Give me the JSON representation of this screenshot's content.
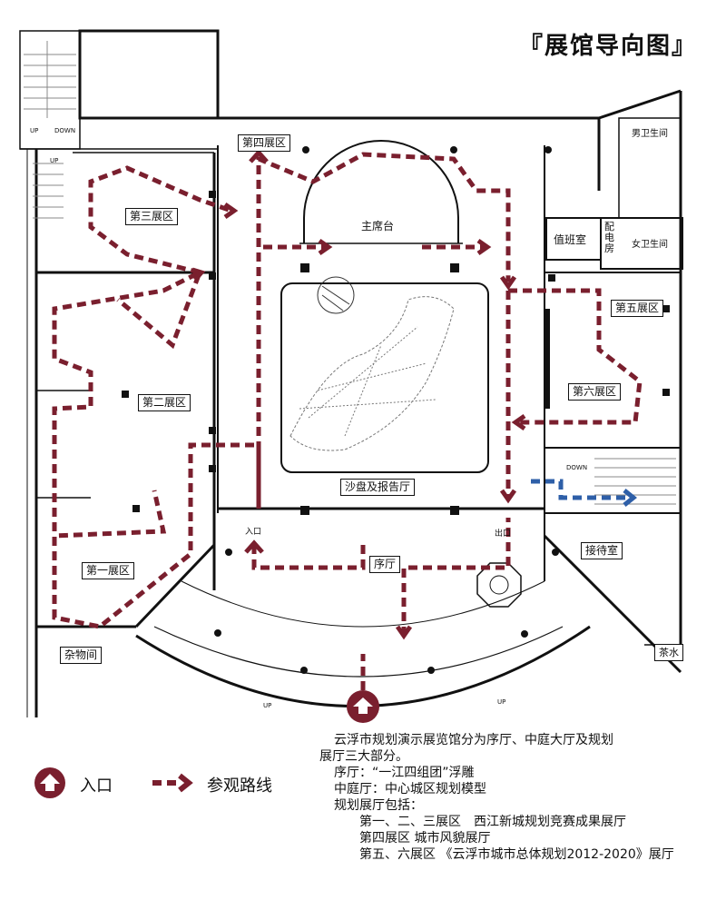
{
  "title": "『展馆导向图』",
  "colors": {
    "route": "#7a1f2e",
    "blue_route": "#2e5fa8",
    "wall": "#111111",
    "stairs": "#888888"
  },
  "areas": {
    "hall_4": "第四展区",
    "hall_3": "第三展区",
    "hall_2": "第二展区",
    "hall_1": "第一展区",
    "hall_5": "第五展区",
    "hall_6": "第六展区",
    "rostrum": "主席台",
    "sand_table": "沙盘及报告厅",
    "lobby": "序厅",
    "reception": "接待室",
    "duty_room": "值班室",
    "power_room": "配电房",
    "mens_wc": "男卫生间",
    "womens_wc": "女卫生间",
    "storage": "杂物间",
    "tea": "茶水",
    "entrance_small": "入口",
    "exit_small": "出口"
  },
  "stairs_labels": {
    "up_left": "UP",
    "down_top": "DOWN",
    "up_side": "UP",
    "down_right": "DOWN",
    "up_bottom_left": "UP",
    "up_bottom_right": "UP"
  },
  "legend": {
    "entrance": "入口",
    "route": "参观路线"
  },
  "description": [
    "云浮市规划演示展览馆分为序厅、中庭大厅及规划",
    "展厅三大部分。",
    "序厅：“一江四组团”浮雕",
    "中庭厅：中心城区规划模型",
    "规划展厅包括：",
    "第一、二、三展区　西江新城规划竞赛成果展厅",
    "第四展区  城市风貌展厅",
    "第五、六展区 《云浮市城市总体规划2012-2020》展厅"
  ]
}
